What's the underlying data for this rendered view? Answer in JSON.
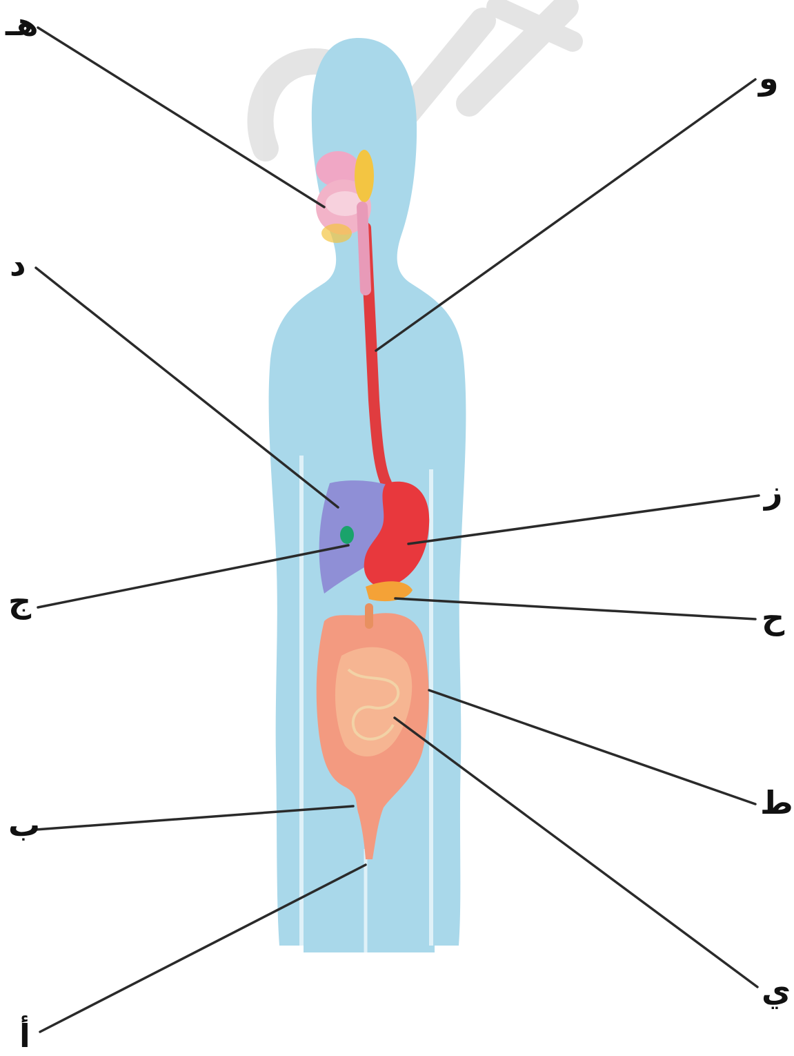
{
  "colors": {
    "body": "#a9d8ea",
    "body_highlight": "#dff1f8",
    "esophagus": "#e03c3f",
    "stomach": "#e8383d",
    "liver": "#8f8fd6",
    "gallbladder": "#1aa36b",
    "pancreas": "#f4a237",
    "intestine": "#f39a80",
    "intestine_inner": "#f6b592",
    "mouth_pink": "#f0a7c5",
    "salivary_yellow": "#f3c542",
    "leader_line": "#2a2a2a",
    "watermark": "#cfcfcf"
  },
  "labels": {
    "label_h": "هـ",
    "label_w": "و",
    "label_d": "د",
    "label_z": "ز",
    "label_j": "ج",
    "label_ha": "ح",
    "label_t": "ط",
    "label_b": "ب",
    "label_y": "ي",
    "label_a": "أ"
  }
}
